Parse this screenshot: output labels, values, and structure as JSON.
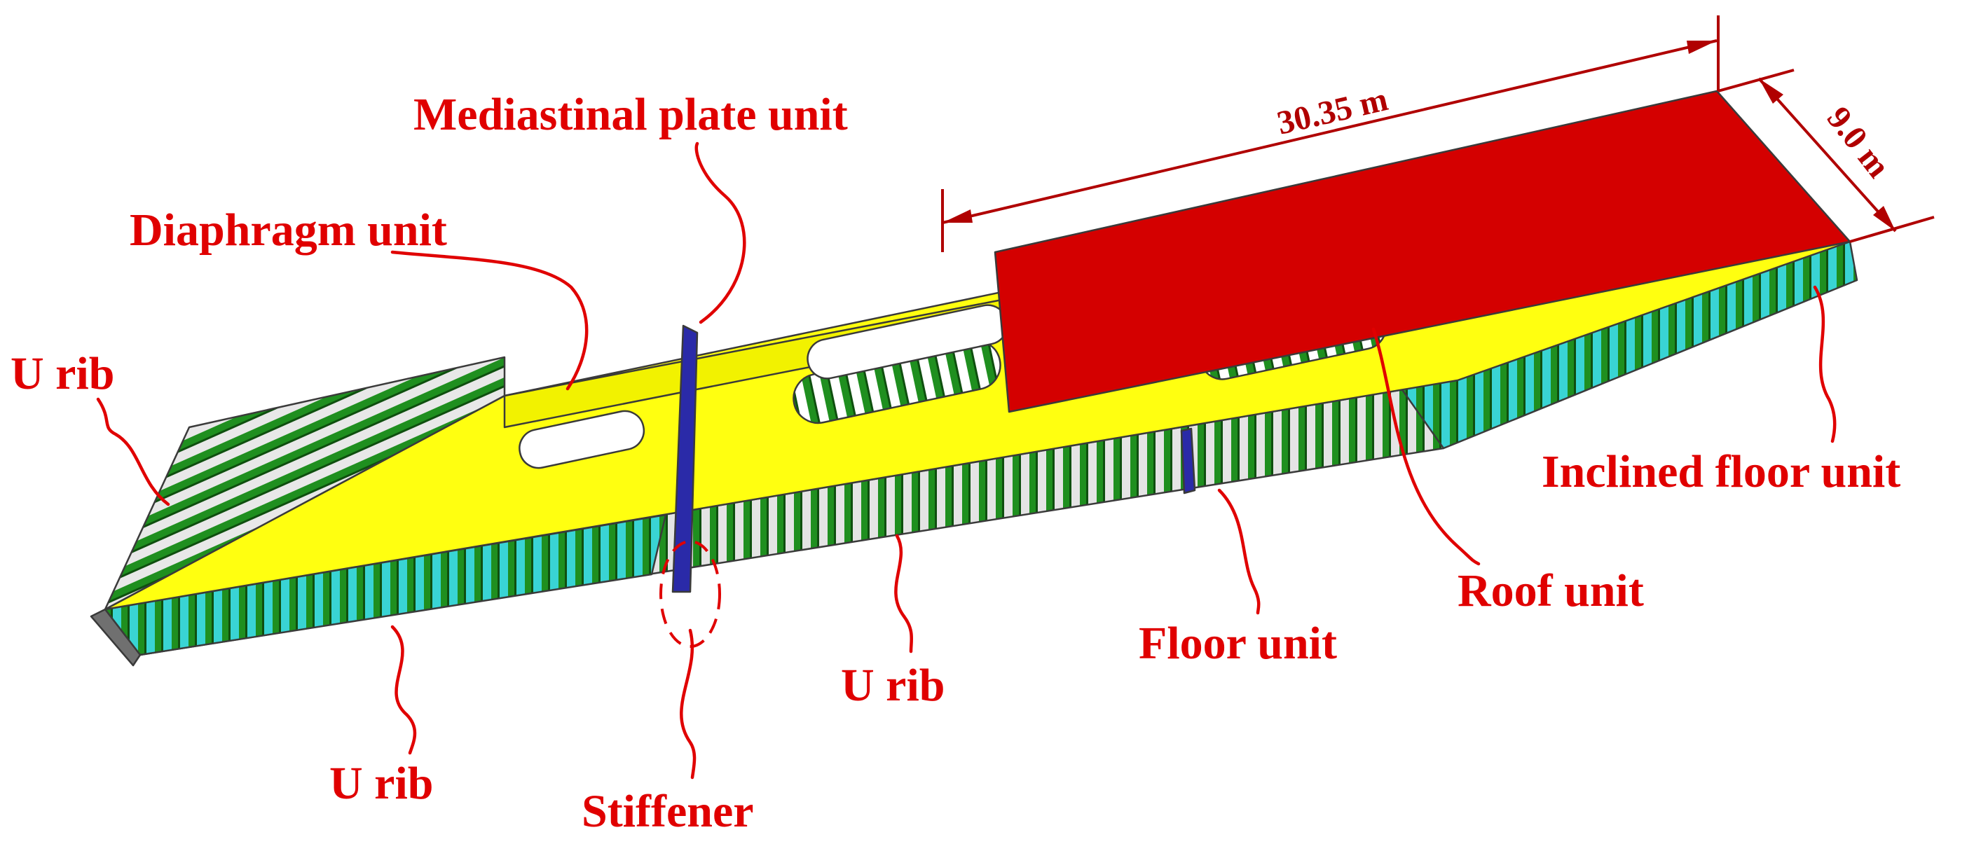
{
  "labels": {
    "mediastinal_plate_unit": "Mediastinal plate unit",
    "diaphragm_unit": "Diaphragm unit",
    "u_rib_top_left": "U rib",
    "u_rib_bottom": "U rib",
    "u_rib_middle": "U rib",
    "stiffener": "Stiffener",
    "floor_unit": "Floor unit",
    "roof_unit": "Roof unit",
    "inclined_floor_unit": "Inclined floor unit"
  },
  "dimensions": {
    "length": "30.35 m",
    "width": "9.0 m"
  },
  "colors": {
    "annotation": "#e00000",
    "dimension": "#b00000",
    "roof": "#d40000",
    "deck": "#ffff10",
    "rib": "#1f8f1f",
    "web": "#2a2aa8",
    "inclined_floor": "#39d4d4",
    "floor": "#d9d9d9"
  }
}
